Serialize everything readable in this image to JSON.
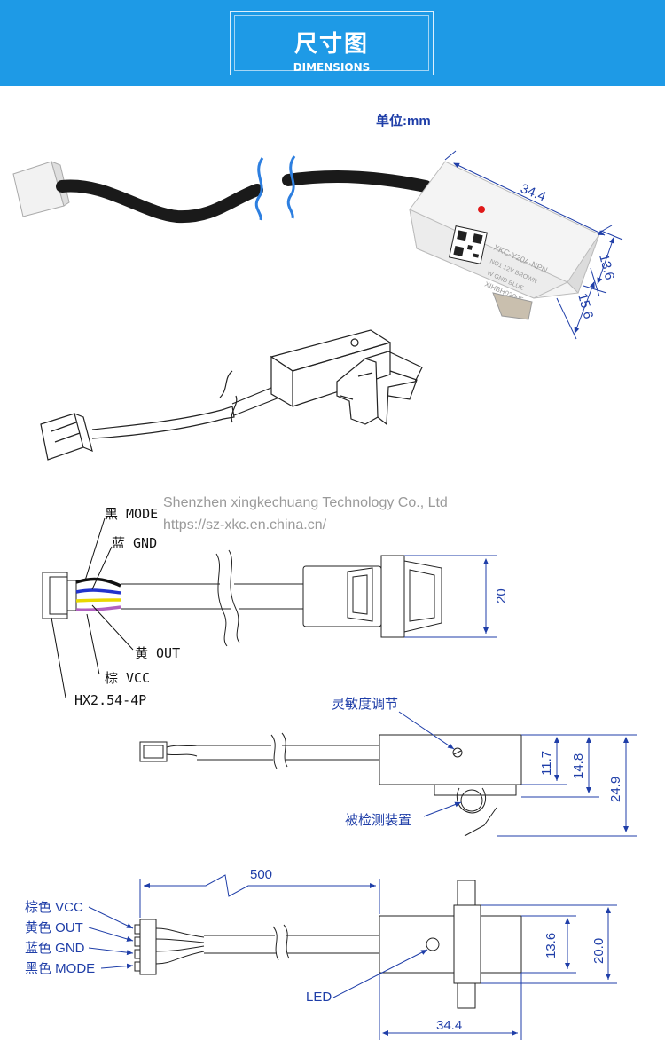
{
  "header": {
    "title_cn": "尺寸图",
    "title_en": "DIMENSIONS",
    "color": "#1e9ae6"
  },
  "unit": "单位:mm",
  "photo": {
    "dim_length": "34.4",
    "dim_height": "13.6",
    "dim_depth": "15.6",
    "label_lines": [
      "XKC-Y20A-NPN",
      "NO1 12V  BROWN",
      "W  GND  BLUE",
      "XIHBH02005"
    ]
  },
  "watermark": {
    "line1": "Shenzhen xingkechuang Technology Co., Ltd",
    "line2": "https://sz-xkc.en.china.cn/"
  },
  "wiring": {
    "labels": [
      "黑 MODE",
      "蓝 GND",
      "黄 OUT",
      "棕 VCC",
      "HX2.54-4P"
    ],
    "wire_colors": [
      "#111111",
      "#2233cc",
      "#e8d800",
      "#b060c0"
    ],
    "dim_width": "20"
  },
  "side_view": {
    "sensitivity_label": "灵敏度调节",
    "detect_label": "被检测装置",
    "dims": [
      "11.7",
      "14.8",
      "24.9"
    ]
  },
  "top_view": {
    "cable_length": "500",
    "pin_labels": [
      "棕色 VCC",
      "黄色 OUT",
      "蓝色 GND",
      "黑色 MODE"
    ],
    "led_label": "LED",
    "dims": [
      "13.6",
      "20.0"
    ],
    "dim_length": "34.4"
  }
}
